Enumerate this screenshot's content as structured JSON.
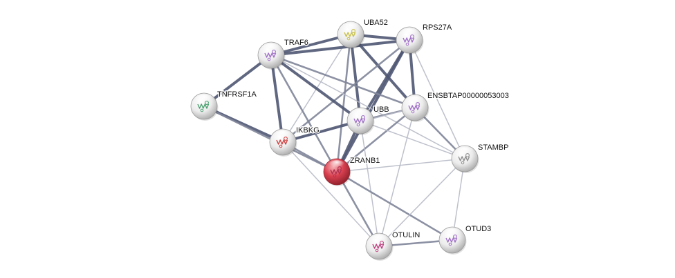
{
  "network": {
    "nodes": [
      {
        "id": "UBA52",
        "label": "UBA52",
        "kind": "default",
        "icon": "protein-structure-icon",
        "glyph": "#c9c24a"
      },
      {
        "id": "RPS27A",
        "label": "RPS27A",
        "kind": "default",
        "icon": "protein-structure-icon",
        "glyph": "#a070c8"
      },
      {
        "id": "TRAF6",
        "label": "TRAF6",
        "kind": "default",
        "icon": "protein-structure-icon",
        "glyph": "#a070c8"
      },
      {
        "id": "TNFRSF1A",
        "label": "TNFRSF1A",
        "kind": "default",
        "icon": "protein-structure-icon",
        "glyph": "#4aa070"
      },
      {
        "id": "ENSBTAP00000053003",
        "label": "ENSBTAP00000053003",
        "kind": "default",
        "icon": "protein-structure-icon",
        "glyph": "#a070c8"
      },
      {
        "id": "UBB",
        "label": "UBB",
        "kind": "default",
        "icon": "protein-structure-icon",
        "glyph": "#a070c8"
      },
      {
        "id": "IKBKG",
        "label": "IKBKG",
        "kind": "default",
        "icon": "protein-structure-icon",
        "glyph": "#d04040"
      },
      {
        "id": "ZRANB1",
        "label": "ZRANB1",
        "kind": "query",
        "icon": "protein-structure-icon",
        "glyph": "#b03050"
      },
      {
        "id": "STAMBP",
        "label": "STAMBP",
        "kind": "default",
        "icon": "protein-structure-icon",
        "glyph": "#909090"
      },
      {
        "id": "OTULIN",
        "label": "OTULIN",
        "kind": "default",
        "icon": "protein-structure-icon",
        "glyph": "#c04080"
      },
      {
        "id": "OTUD3",
        "label": "OTUD3",
        "kind": "default",
        "icon": "protein-structure-icon",
        "glyph": "#a070c8"
      }
    ],
    "edges": [
      {
        "source": "UBA52",
        "target": "RPS27A",
        "weight": "strong"
      },
      {
        "source": "UBA52",
        "target": "TRAF6",
        "weight": "strong"
      },
      {
        "source": "UBA52",
        "target": "UBB",
        "weight": "strong"
      },
      {
        "source": "UBA52",
        "target": "ENSBTAP00000053003",
        "weight": "strong"
      },
      {
        "source": "UBA52",
        "target": "ZRANB1",
        "weight": "medium"
      },
      {
        "source": "UBA52",
        "target": "IKBKG",
        "weight": "weak"
      },
      {
        "source": "RPS27A",
        "target": "TRAF6",
        "weight": "strong"
      },
      {
        "source": "RPS27A",
        "target": "UBB",
        "weight": "strong"
      },
      {
        "source": "RPS27A",
        "target": "ENSBTAP00000053003",
        "weight": "strong"
      },
      {
        "source": "RPS27A",
        "target": "ZRANB1",
        "weight": "strong"
      },
      {
        "source": "RPS27A",
        "target": "IKBKG",
        "weight": "medium"
      },
      {
        "source": "RPS27A",
        "target": "STAMBP",
        "weight": "weak"
      },
      {
        "source": "TRAF6",
        "target": "TNFRSF1A",
        "weight": "strong"
      },
      {
        "source": "TRAF6",
        "target": "IKBKG",
        "weight": "strong"
      },
      {
        "source": "TRAF6",
        "target": "UBB",
        "weight": "strong"
      },
      {
        "source": "TRAF6",
        "target": "ENSBTAP00000053003",
        "weight": "medium"
      },
      {
        "source": "TRAF6",
        "target": "ZRANB1",
        "weight": "medium"
      },
      {
        "source": "TRAF6",
        "target": "STAMBP",
        "weight": "weak"
      },
      {
        "source": "TNFRSF1A",
        "target": "IKBKG",
        "weight": "strong"
      },
      {
        "source": "TNFRSF1A",
        "target": "ZRANB1",
        "weight": "medium"
      },
      {
        "source": "ENSBTAP00000053003",
        "target": "UBB",
        "weight": "medium"
      },
      {
        "source": "ENSBTAP00000053003",
        "target": "STAMBP",
        "weight": "medium"
      },
      {
        "source": "ENSBTAP00000053003",
        "target": "ZRANB1",
        "weight": "medium"
      },
      {
        "source": "ENSBTAP00000053003",
        "target": "OTULIN",
        "weight": "weak"
      },
      {
        "source": "ENSBTAP00000053003",
        "target": "IKBKG",
        "weight": "weak"
      },
      {
        "source": "UBB",
        "target": "IKBKG",
        "weight": "strong"
      },
      {
        "source": "UBB",
        "target": "ZRANB1",
        "weight": "strong"
      },
      {
        "source": "UBB",
        "target": "STAMBP",
        "weight": "weak"
      },
      {
        "source": "UBB",
        "target": "OTULIN",
        "weight": "weak"
      },
      {
        "source": "IKBKG",
        "target": "ZRANB1",
        "weight": "medium"
      },
      {
        "source": "IKBKG",
        "target": "OTULIN",
        "weight": "weak"
      },
      {
        "source": "ZRANB1",
        "target": "STAMBP",
        "weight": "weak"
      },
      {
        "source": "ZRANB1",
        "target": "OTULIN",
        "weight": "medium"
      },
      {
        "source": "ZRANB1",
        "target": "OTUD3",
        "weight": "medium"
      },
      {
        "source": "STAMBP",
        "target": "OTULIN",
        "weight": "weak"
      },
      {
        "source": "STAMBP",
        "target": "OTUD3",
        "weight": "weak"
      },
      {
        "source": "OTULIN",
        "target": "OTUD3",
        "weight": "medium"
      }
    ],
    "colors": {
      "edge_strong": "#4f5672",
      "edge_medium": "#7f8599",
      "edge_weak": "#b7bac6",
      "query_node": "#d9404f",
      "default_node": "#e8e8e8"
    }
  }
}
